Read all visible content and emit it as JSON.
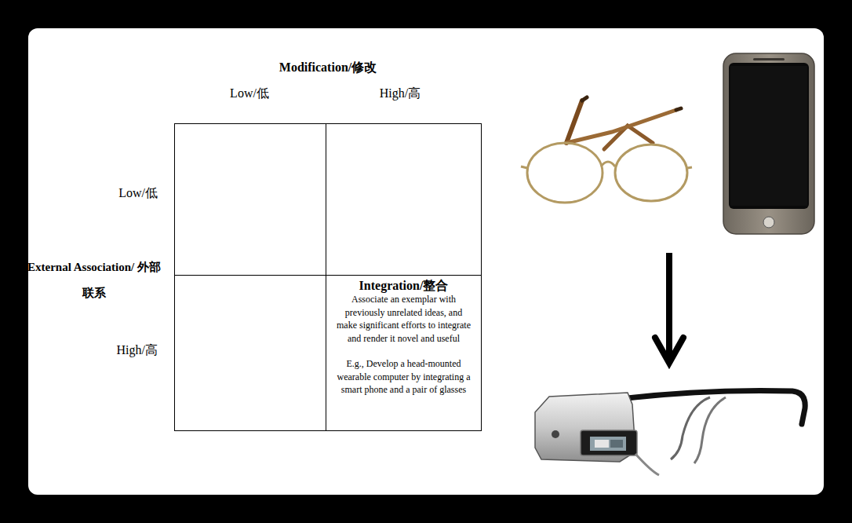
{
  "diagram": {
    "nodes": [
      {
        "text": [
          "Integration/整合",
          "Associate an exemplar with previously unrelated ideas, and make significant efforts to integrate and render it novel and useful",
          "E.g., Develop a head-mounted wearable computer by integrating a smart phone and a pair of glasses"
        ]
      }
    ],
    "labels": [
      "Modification/修改",
      "Low/低",
      "High/高",
      "Low/低",
      "External Association/ 外部联系",
      "High/高"
    ]
  }
}
